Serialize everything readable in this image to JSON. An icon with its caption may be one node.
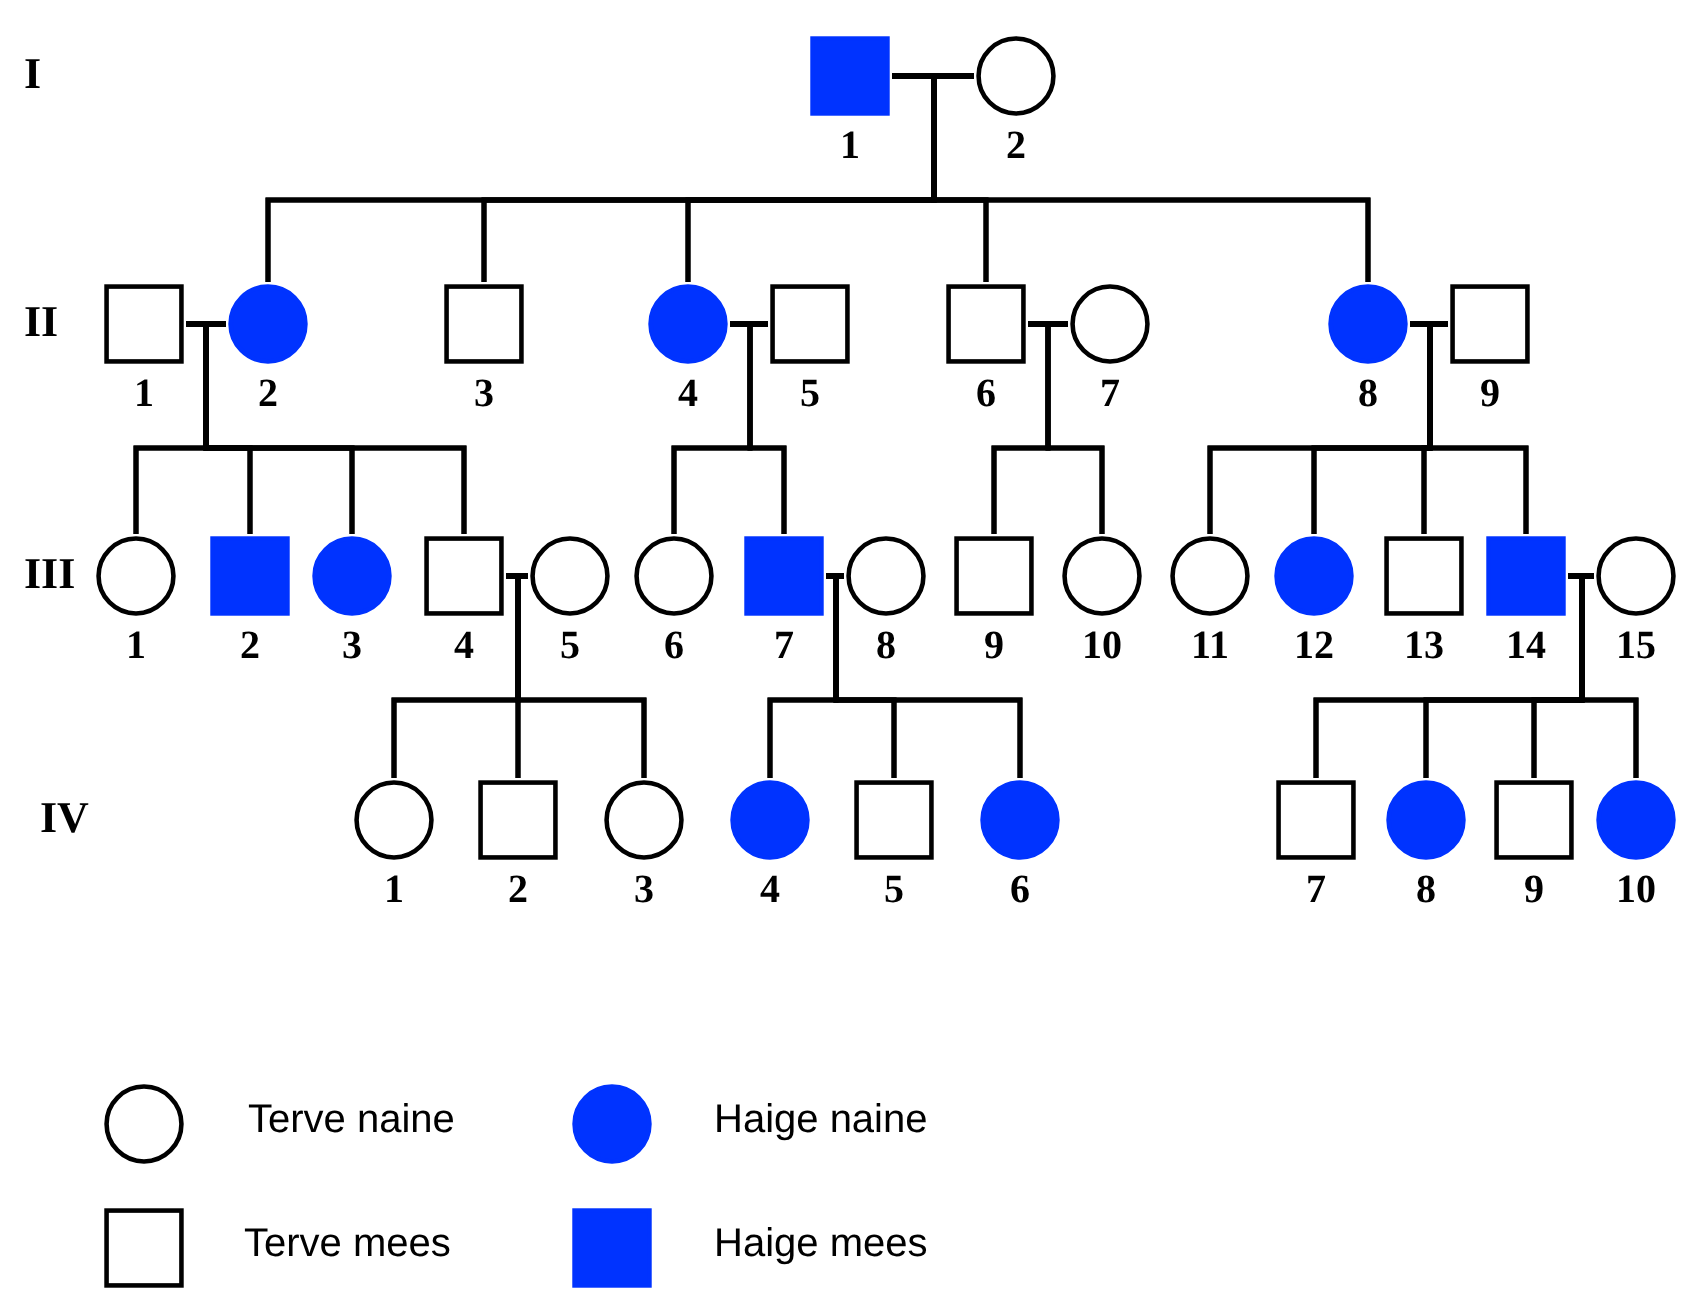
{
  "diagram": {
    "nodes": [
      {
        "text": [],
        "shape": "block",
        "beside": [
          "1"
        ]
      },
      {
        "text": [],
        "shape": "circle",
        "beside": [
          "2"
        ]
      },
      {
        "text": [],
        "shape": "box",
        "beside": [
          "1"
        ]
      },
      {
        "text": [],
        "shape": "disc",
        "beside": [
          "2"
        ]
      },
      {
        "text": [],
        "shape": "box",
        "beside": [
          "3"
        ]
      },
      {
        "text": [],
        "shape": "disc",
        "beside": [
          "4"
        ]
      },
      {
        "text": [],
        "shape": "box",
        "beside": [
          "5"
        ]
      },
      {
        "text": [],
        "shape": "box",
        "beside": [
          "6"
        ]
      },
      {
        "text": [],
        "shape": "circle",
        "beside": [
          "7"
        ]
      },
      {
        "text": [],
        "shape": "disc",
        "beside": [
          "8"
        ]
      },
      {
        "text": [],
        "shape": "box",
        "beside": [
          "9"
        ]
      },
      {
        "text": [],
        "shape": "circle",
        "beside": [
          "1"
        ]
      },
      {
        "text": [],
        "shape": "block",
        "beside": [
          "2"
        ]
      },
      {
        "text": [],
        "shape": "disc",
        "beside": [
          "3"
        ]
      },
      {
        "text": [],
        "shape": "box",
        "beside": [
          "4"
        ]
      },
      {
        "text": [],
        "shape": "circle",
        "beside": [
          "5"
        ]
      },
      {
        "text": [],
        "shape": "circle",
        "beside": [
          "6"
        ]
      },
      {
        "text": [],
        "shape": "block",
        "beside": [
          "7"
        ]
      },
      {
        "text": [],
        "shape": "circle",
        "beside": [
          "8"
        ]
      },
      {
        "text": [],
        "shape": "box",
        "beside": [
          "9"
        ]
      },
      {
        "text": [],
        "shape": "circle",
        "beside": [
          "10"
        ]
      },
      {
        "text": [],
        "shape": "circle",
        "beside": [
          "11"
        ]
      },
      {
        "text": [],
        "shape": "disc",
        "beside": [
          "12"
        ]
      },
      {
        "text": [],
        "shape": "box",
        "beside": [
          "13"
        ]
      },
      {
        "text": [],
        "shape": "block",
        "beside": [
          "14"
        ]
      },
      {
        "text": [],
        "shape": "circle",
        "beside": [
          "15"
        ]
      },
      {
        "text": [],
        "shape": "circle",
        "beside": [
          "1"
        ]
      },
      {
        "text": [],
        "shape": "box",
        "beside": [
          "2"
        ]
      },
      {
        "text": [],
        "shape": "circle",
        "beside": [
          "3"
        ]
      },
      {
        "text": [],
        "shape": "disc",
        "beside": [
          "4"
        ]
      },
      {
        "text": [],
        "shape": "box",
        "beside": [
          "5"
        ]
      },
      {
        "text": [],
        "shape": "disc",
        "beside": [
          "6"
        ]
      },
      {
        "text": [],
        "shape": "box",
        "beside": [
          "7"
        ]
      },
      {
        "text": [],
        "shape": "disc",
        "beside": [
          "8"
        ]
      },
      {
        "text": [],
        "shape": "box",
        "beside": [
          "9"
        ]
      },
      {
        "text": [],
        "shape": "disc",
        "beside": [
          "10"
        ]
      }
    ],
    "edges": [
      {
        "from": 0,
        "to": 1,
        "arrow": "none"
      },
      {
        "from": 0,
        "to": 3,
        "arrow": "none"
      },
      {
        "from": 0,
        "to": 4,
        "arrow": "none"
      },
      {
        "from": 0,
        "to": 5,
        "arrow": "none"
      },
      {
        "from": 0,
        "to": 7,
        "arrow": "none"
      },
      {
        "from": 0,
        "to": 9,
        "arrow": "none"
      },
      {
        "from": 1,
        "to": 3,
        "arrow": "none"
      },
      {
        "from": 1,
        "to": 4,
        "arrow": "none"
      },
      {
        "from": 1,
        "to": 5,
        "arrow": "none"
      },
      {
        "from": 1,
        "to": 7,
        "arrow": "none"
      },
      {
        "from": 1,
        "to": 9,
        "arrow": "none"
      },
      {
        "from": 2,
        "to": 3,
        "arrow": "none"
      },
      {
        "from": 2,
        "to": 11,
        "arrow": "none"
      },
      {
        "from": 2,
        "to": 12,
        "arrow": "none"
      },
      {
        "from": 2,
        "to": 13,
        "arrow": "none"
      },
      {
        "from": 2,
        "to": 14,
        "arrow": "none"
      },
      {
        "from": 3,
        "to": 11,
        "arrow": "none"
      },
      {
        "from": 3,
        "to": 12,
        "arrow": "none"
      },
      {
        "from": 3,
        "to": 13,
        "arrow": "none"
      },
      {
        "from": 3,
        "to": 14,
        "arrow": "none"
      },
      {
        "from": 5,
        "to": 6,
        "arrow": "none"
      },
      {
        "from": 5,
        "to": 16,
        "arrow": "none"
      },
      {
        "from": 5,
        "to": 17,
        "arrow": "none"
      },
      {
        "from": 6,
        "to": 16,
        "arrow": "none"
      },
      {
        "from": 6,
        "to": 17,
        "arrow": "none"
      },
      {
        "from": 7,
        "to": 8,
        "arrow": "none"
      },
      {
        "from": 7,
        "to": 19,
        "arrow": "none"
      },
      {
        "from": 7,
        "to": 20,
        "arrow": "none"
      },
      {
        "from": 8,
        "to": 19,
        "arrow": "none"
      },
      {
        "from": 8,
        "to": 20,
        "arrow": "none"
      },
      {
        "from": 9,
        "to": 10,
        "arrow": "none"
      },
      {
        "from": 9,
        "to": 21,
        "arrow": "none"
      },
      {
        "from": 9,
        "to": 22,
        "arrow": "none"
      },
      {
        "from": 9,
        "to": 23,
        "arrow": "none"
      },
      {
        "from": 9,
        "to": 24,
        "arrow": "none"
      },
      {
        "from": 10,
        "to": 21,
        "arrow": "none"
      },
      {
        "from": 10,
        "to": 22,
        "arrow": "none"
      },
      {
        "from": 10,
        "to": 23,
        "arrow": "none"
      },
      {
        "from": 10,
        "to": 24,
        "arrow": "none"
      },
      {
        "from": 14,
        "to": 15,
        "arrow": "none"
      },
      {
        "from": 14,
        "to": 26,
        "arrow": "none"
      },
      {
        "from": 14,
        "to": 27,
        "arrow": "none"
      },
      {
        "from": 14,
        "to": 28,
        "arrow": "none"
      },
      {
        "from": 15,
        "to": 26,
        "arrow": "none"
      },
      {
        "from": 15,
        "to": 27,
        "arrow": "none"
      },
      {
        "from": 15,
        "to": 28,
        "arrow": "none"
      },
      {
        "from": 17,
        "to": 18,
        "arrow": "none"
      },
      {
        "from": 17,
        "to": 29,
        "arrow": "none"
      },
      {
        "from": 17,
        "to": 30,
        "arrow": "none"
      },
      {
        "from": 17,
        "to": 31,
        "arrow": "none"
      },
      {
        "from": 18,
        "to": 29,
        "arrow": "none"
      },
      {
        "from": 18,
        "to": 30,
        "arrow": "none"
      },
      {
        "from": 18,
        "to": 31,
        "arrow": "none"
      },
      {
        "from": 24,
        "to": 25,
        "arrow": "none"
      },
      {
        "from": 24,
        "to": 32,
        "arrow": "none"
      },
      {
        "from": 24,
        "to": 33,
        "arrow": "none"
      },
      {
        "from": 24,
        "to": 34,
        "arrow": "none"
      },
      {
        "from": 24,
        "to": 35,
        "arrow": "none"
      },
      {
        "from": 25,
        "to": 32,
        "arrow": "none"
      },
      {
        "from": 25,
        "to": 33,
        "arrow": "none"
      },
      {
        "from": 25,
        "to": 34,
        "arrow": "none"
      },
      {
        "from": 25,
        "to": 35,
        "arrow": "none"
      }
    ],
    "labels": [
      "I",
      "II",
      "III",
      "IV"
    ],
    "legend": [
      {
        "text": "Terve naine"
      },
      {
        "text": "Haige naine",
        "color": "#0033ff"
      },
      {
        "text": "Terve mees"
      },
      {
        "text": "Haige mees",
        "color": "#0033ff"
      }
    ]
  }
}
